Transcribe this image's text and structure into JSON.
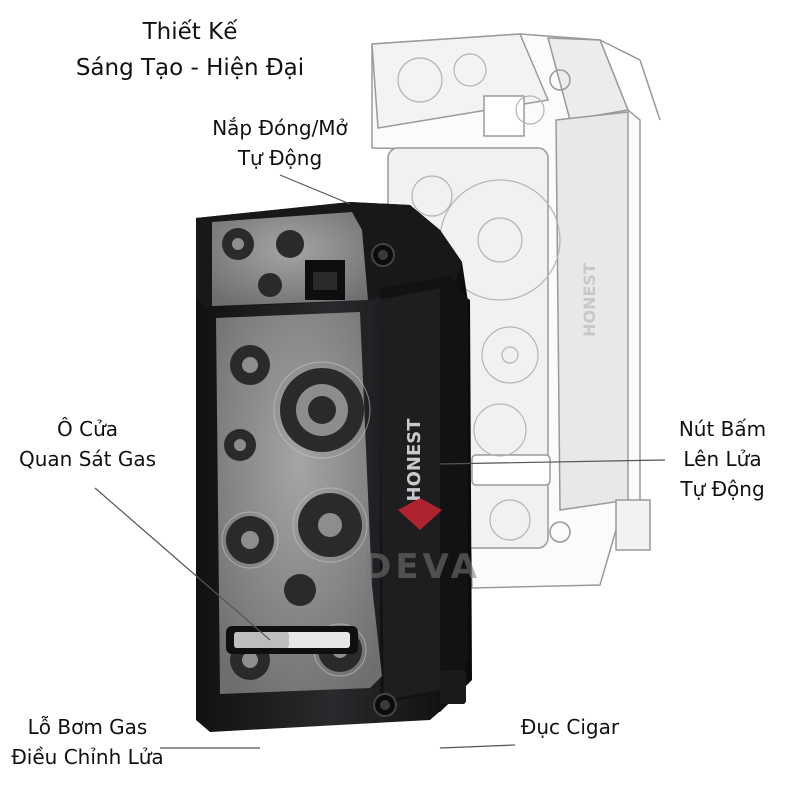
{
  "title": {
    "line1": "Thiết Kế",
    "line2": "Sáng Tạo - Hiện Đại"
  },
  "labels": {
    "lid": {
      "line1": "Nắp Đóng/Mở",
      "line2": "Tự Động"
    },
    "window": {
      "line1": "Ô Cửa",
      "line2": "Quan Sát Gas"
    },
    "button": {
      "line1": "Nút Bấm",
      "line2": "Lên Lửa",
      "line3": "Tự Động"
    },
    "valve": {
      "line1": "Lỗ Bơm Gas",
      "line2": "Điều Chỉnh Lửa"
    },
    "cigar": {
      "line1": "Đục Cigar"
    }
  },
  "product": {
    "brand_front": "HONEST",
    "brand_back": "HONEST"
  },
  "watermark": {
    "text": "DEVA"
  },
  "colors": {
    "body": "#1b1b1d",
    "plate": "#8d8d8f",
    "gear_dark": "#2a2a2c",
    "sketch": "#9a9a9a",
    "watermark_red": "#c8242f"
  }
}
